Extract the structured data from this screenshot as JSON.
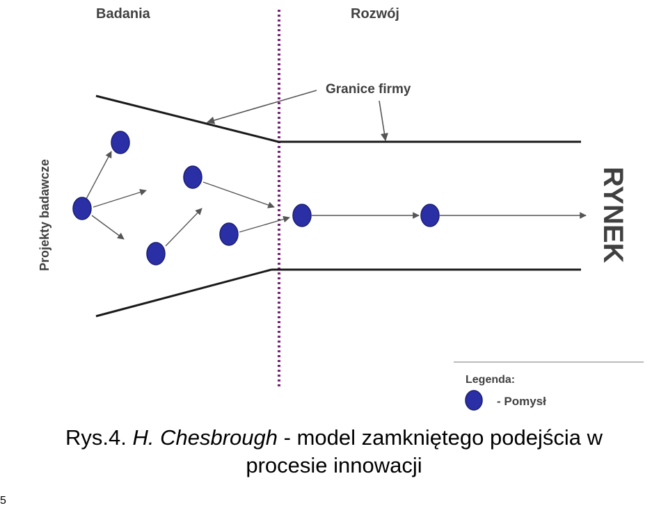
{
  "diagram": {
    "headers": {
      "research": "Badania",
      "development": "Rozwój"
    },
    "company_boundaries_label": "Granice firmy",
    "research_projects_label": "Projekty badawcze",
    "market_label": "RYNEK",
    "legend": {
      "title": "Legenda:",
      "idea_label": "- Pomysł"
    },
    "colors": {
      "idea_fill": "#2b2fa6",
      "idea_stroke": "#1a1d70",
      "boundary_line": "#1a1a1a",
      "separator": "#7a1f7a",
      "arrow": "#555555"
    }
  },
  "caption": {
    "prefix": "Rys.4. ",
    "author": "H. Chesbrough",
    "line1_rest": " - model zamkniętego podejścia w",
    "line2": "procesie innowacji"
  },
  "page_number": "5"
}
